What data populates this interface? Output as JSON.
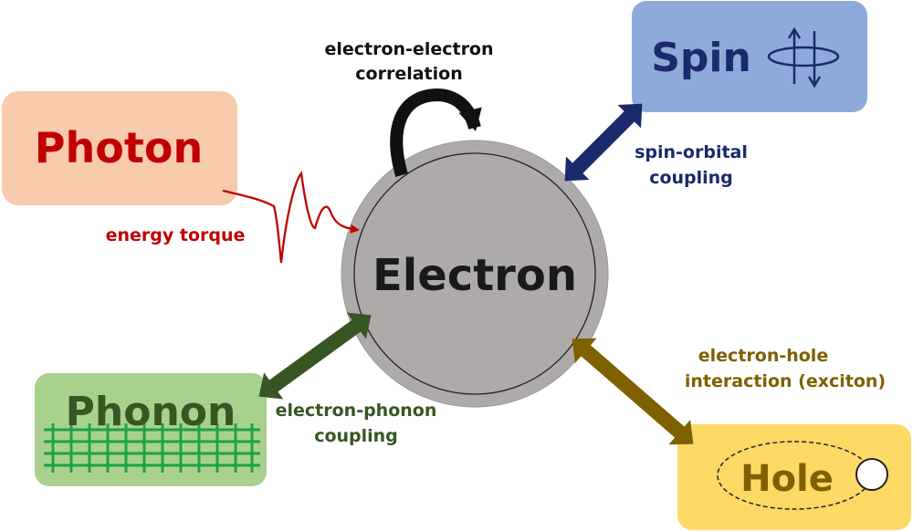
{
  "nodes": {
    "electron": "Electron",
    "photon": "Photon",
    "spin": "Spin",
    "phonon": "Phonon",
    "hole": "Hole"
  },
  "interactions": {
    "ee_line1": "electron-electron",
    "ee_line2": "correlation",
    "energy_torque": "energy torque",
    "so_line1": "spin-orbital",
    "so_line2": "coupling",
    "ep_line1": "electron-phonon",
    "ep_line2": "coupling",
    "eh_line1": "electron-hole",
    "eh_line2": "interaction (exciton)"
  },
  "colors": {
    "photon": "#c00000",
    "spin": "#1a2a6c",
    "phonon": "#375623",
    "hole": "#7f6000",
    "electron": "#1a1a1a"
  }
}
